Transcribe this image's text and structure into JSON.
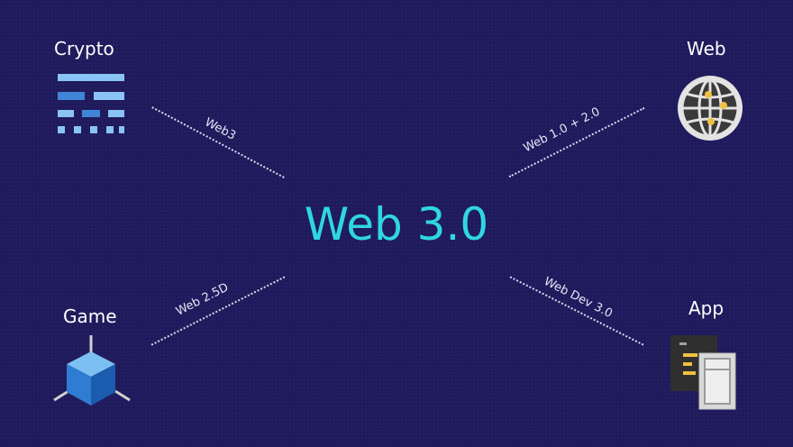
{
  "center": {
    "title": "Web 3.0"
  },
  "nodes": {
    "crypto": {
      "label": "Crypto",
      "icon": "crypto-blocks-icon"
    },
    "web": {
      "label": "Web",
      "icon": "globe-network-icon"
    },
    "game": {
      "label": "Game",
      "icon": "cube-3d-icon"
    },
    "app": {
      "label": "App",
      "icon": "app-window-icon"
    }
  },
  "edges": {
    "crypto": "Web3",
    "web": "Web 1.0 + 2.0",
    "game": "Web 2.5D",
    "app": "Web Dev 3.0"
  },
  "colors": {
    "background": "#1f1a5c",
    "accent": "#2fd6e3",
    "crypto_light": "#8ac3f5",
    "crypto_dark": "#3f86d8",
    "cube_blue": "#2f7cd3",
    "globe_dark": "#3a3a3a"
  }
}
